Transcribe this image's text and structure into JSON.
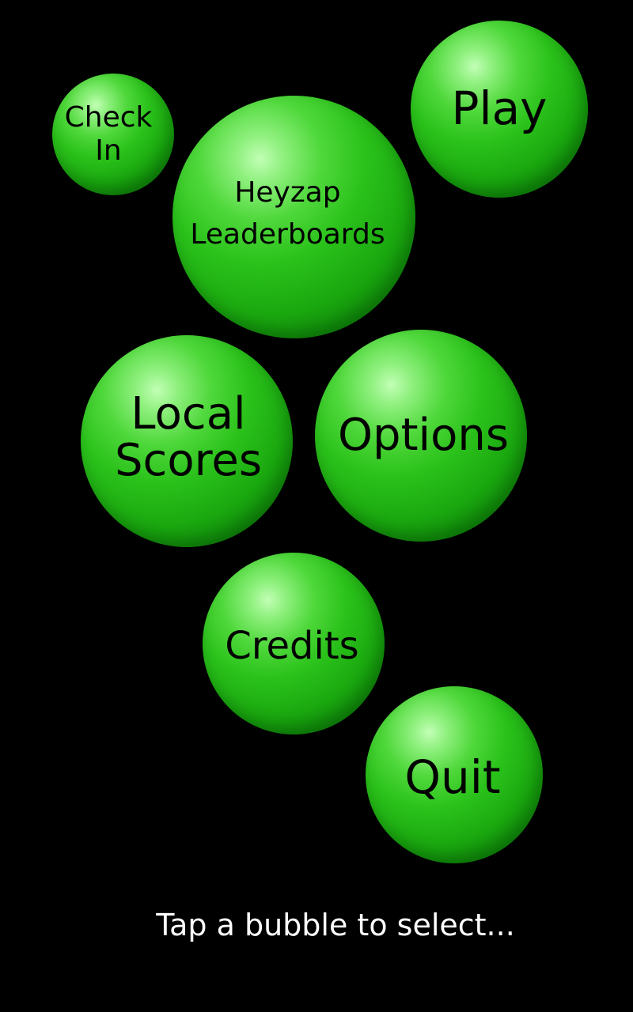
{
  "menu": {
    "bubbles": [
      {
        "id": "check_in",
        "label": "Check\nIn"
      },
      {
        "id": "play",
        "label": "Play"
      },
      {
        "id": "heyzap_leaderboards",
        "label": "Heyzap\nLeaderboards"
      },
      {
        "id": "local_scores",
        "label": "Local\nScores"
      },
      {
        "id": "options",
        "label": "Options"
      },
      {
        "id": "credits",
        "label": "Credits"
      },
      {
        "id": "quit",
        "label": "Quit"
      }
    ]
  },
  "hint": {
    "text": "Tap a bubble to select..."
  },
  "colors": {
    "background": "#000000",
    "bubble_highlight": "#c2ffb6",
    "bubble_base": "#2bc21b",
    "bubble_shadow": "#0a6a08",
    "bubble_text": "#000000",
    "hint_text": "#ffffff"
  }
}
